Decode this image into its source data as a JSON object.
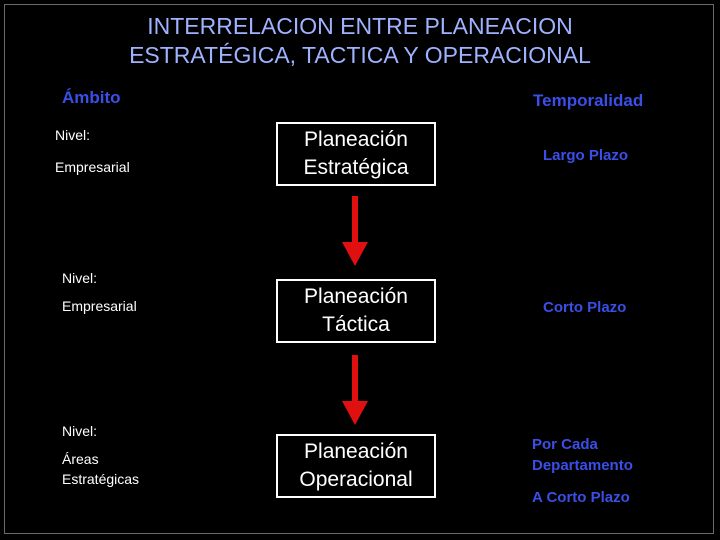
{
  "title": {
    "line1": "INTERRELACION ENTRE PLANEACION",
    "line2": "ESTRATÉGICA, TACTICA Y OPERACIONAL"
  },
  "headers": {
    "ambito": "Ámbito",
    "temporalidad": "Temporalidad"
  },
  "rows": [
    {
      "nivel_label": "Nivel:",
      "scope": "Empresarial",
      "planning_line1": "Planeación",
      "planning_line2": "Estratégica",
      "term_line1": "Largo Plazo"
    },
    {
      "nivel_label": "Nivel:",
      "scope": "Empresarial",
      "planning_line1": "Planeación",
      "planning_line2": "Táctica",
      "term_line1": "Corto Plazo"
    },
    {
      "nivel_label": "Nivel:",
      "scope_line1": "Áreas",
      "scope_line2": "Estratégicas",
      "planning_line1": "Planeación",
      "planning_line2": "Operacional",
      "term_line1": "Por Cada",
      "term_line2": "Departamento",
      "term_line3": "A Corto Plazo"
    }
  ],
  "colors": {
    "background": "#000000",
    "title": "#9fb2ff",
    "accent_blue": "#3a4fe8",
    "arrow": "#e01010",
    "box_border": "#ffffff"
  },
  "icons": [
    "arrow-down-icon",
    "arrow-down-icon"
  ]
}
